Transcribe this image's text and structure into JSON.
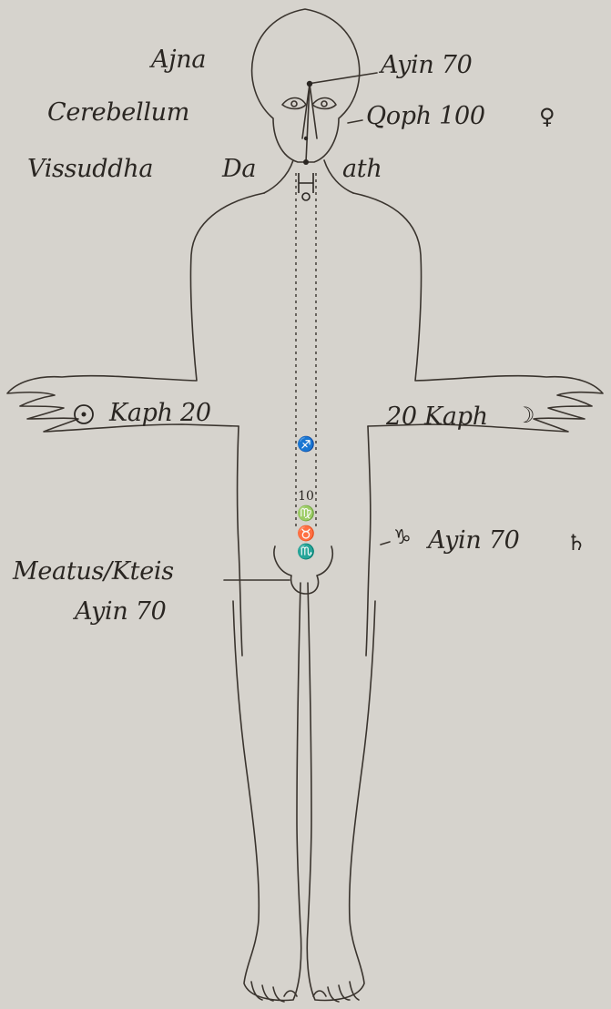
{
  "labels": {
    "ajna": "Ajna",
    "ayin_head": "Ayin 70",
    "cerebellum": "Cerebellum",
    "qoph": "Qoph 100",
    "vissuddha": "Vissuddha",
    "da": "Da",
    "ath": "ath",
    "kaph_left": "Kaph 20",
    "kaph_right": "20 Kaph",
    "ayin_capricorn": "Ayin 70",
    "meatus": "Meatus/Kteis",
    "ayin_meatus": "Ayin 70"
  },
  "symbols": {
    "venus": "♀",
    "sun": "☉",
    "moon": "☽",
    "capricorn": "♑",
    "saturn": "♄",
    "mercury": "☿",
    "sagittarius": "♐",
    "virgo": "♍",
    "taurus": "♉",
    "scorpio": "♏"
  },
  "spine": {
    "number": "10"
  },
  "colors": {
    "background": "#d6d3cd",
    "ink": "#2a2622"
  }
}
